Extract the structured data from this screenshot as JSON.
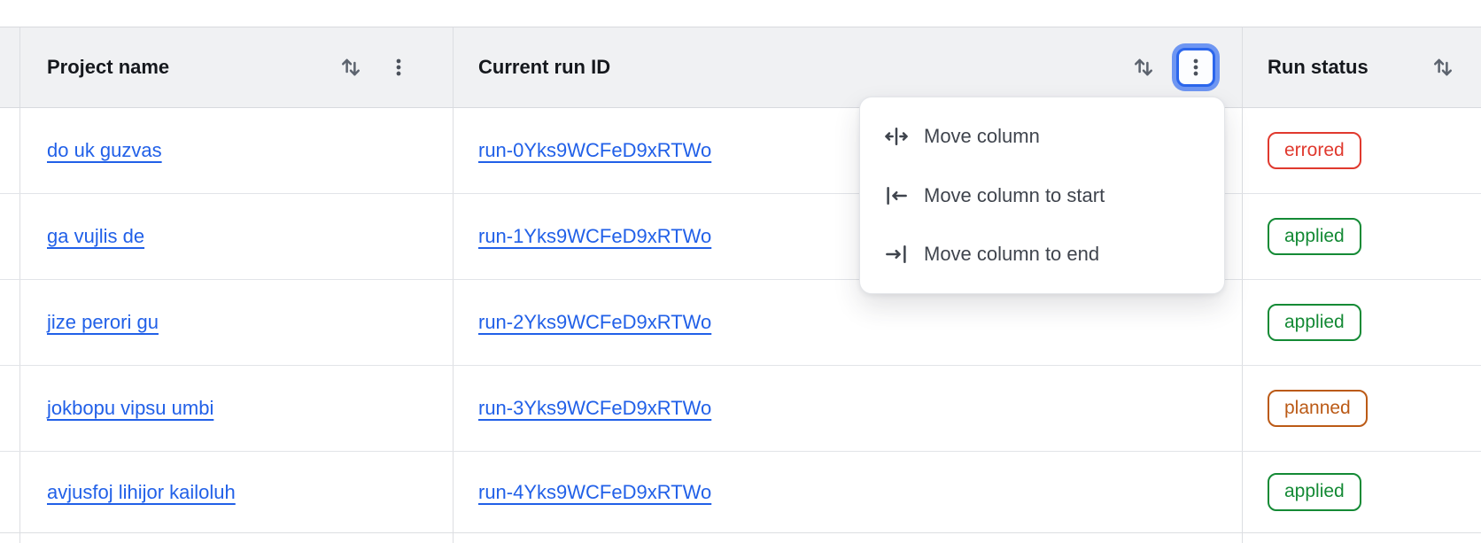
{
  "table": {
    "columns": [
      {
        "key": "project_name",
        "label": "Project name",
        "sortable": true,
        "has_menu": true
      },
      {
        "key": "run_id",
        "label": "Current run ID",
        "sortable": true,
        "has_menu": true,
        "menu_open": true
      },
      {
        "key": "status",
        "label": "Run status",
        "sortable": true
      }
    ],
    "rows": [
      {
        "project_name": "do uk guzvas",
        "run_id": "run-0Yks9WCFeD9xRTWo",
        "status": "errored"
      },
      {
        "project_name": "ga vujlis de",
        "run_id": "run-1Yks9WCFeD9xRTWo",
        "status": "applied"
      },
      {
        "project_name": "jize perori gu",
        "run_id": "run-2Yks9WCFeD9xRTWo",
        "status": "applied"
      },
      {
        "project_name": "jokbopu vipsu umbi",
        "run_id": "run-3Yks9WCFeD9xRTWo",
        "status": "planned"
      },
      {
        "project_name": "avjusfoj lihijor kailoluh",
        "run_id": "run-4Yks9WCFeD9xRTWo",
        "status": "applied"
      }
    ]
  },
  "context_menu": {
    "attached_to": "Current run ID",
    "items": [
      {
        "icon": "move-column-icon",
        "label": "Move column"
      },
      {
        "icon": "move-column-to-start-icon",
        "label": "Move column to start"
      },
      {
        "icon": "move-column-to-end-icon",
        "label": "Move column to end"
      }
    ]
  },
  "icons": {
    "sort": "sort-arrows-icon",
    "column_menu": "kebab-menu-icon"
  },
  "colors": {
    "link": "#2160e8",
    "focus_ring_outer": "#6e96f2",
    "focus_ring_border": "#2b66ec",
    "header_bg": "#f0f1f3",
    "status": {
      "errored": "#e0392e",
      "applied": "#148a35",
      "planned": "#bb5a16"
    }
  }
}
